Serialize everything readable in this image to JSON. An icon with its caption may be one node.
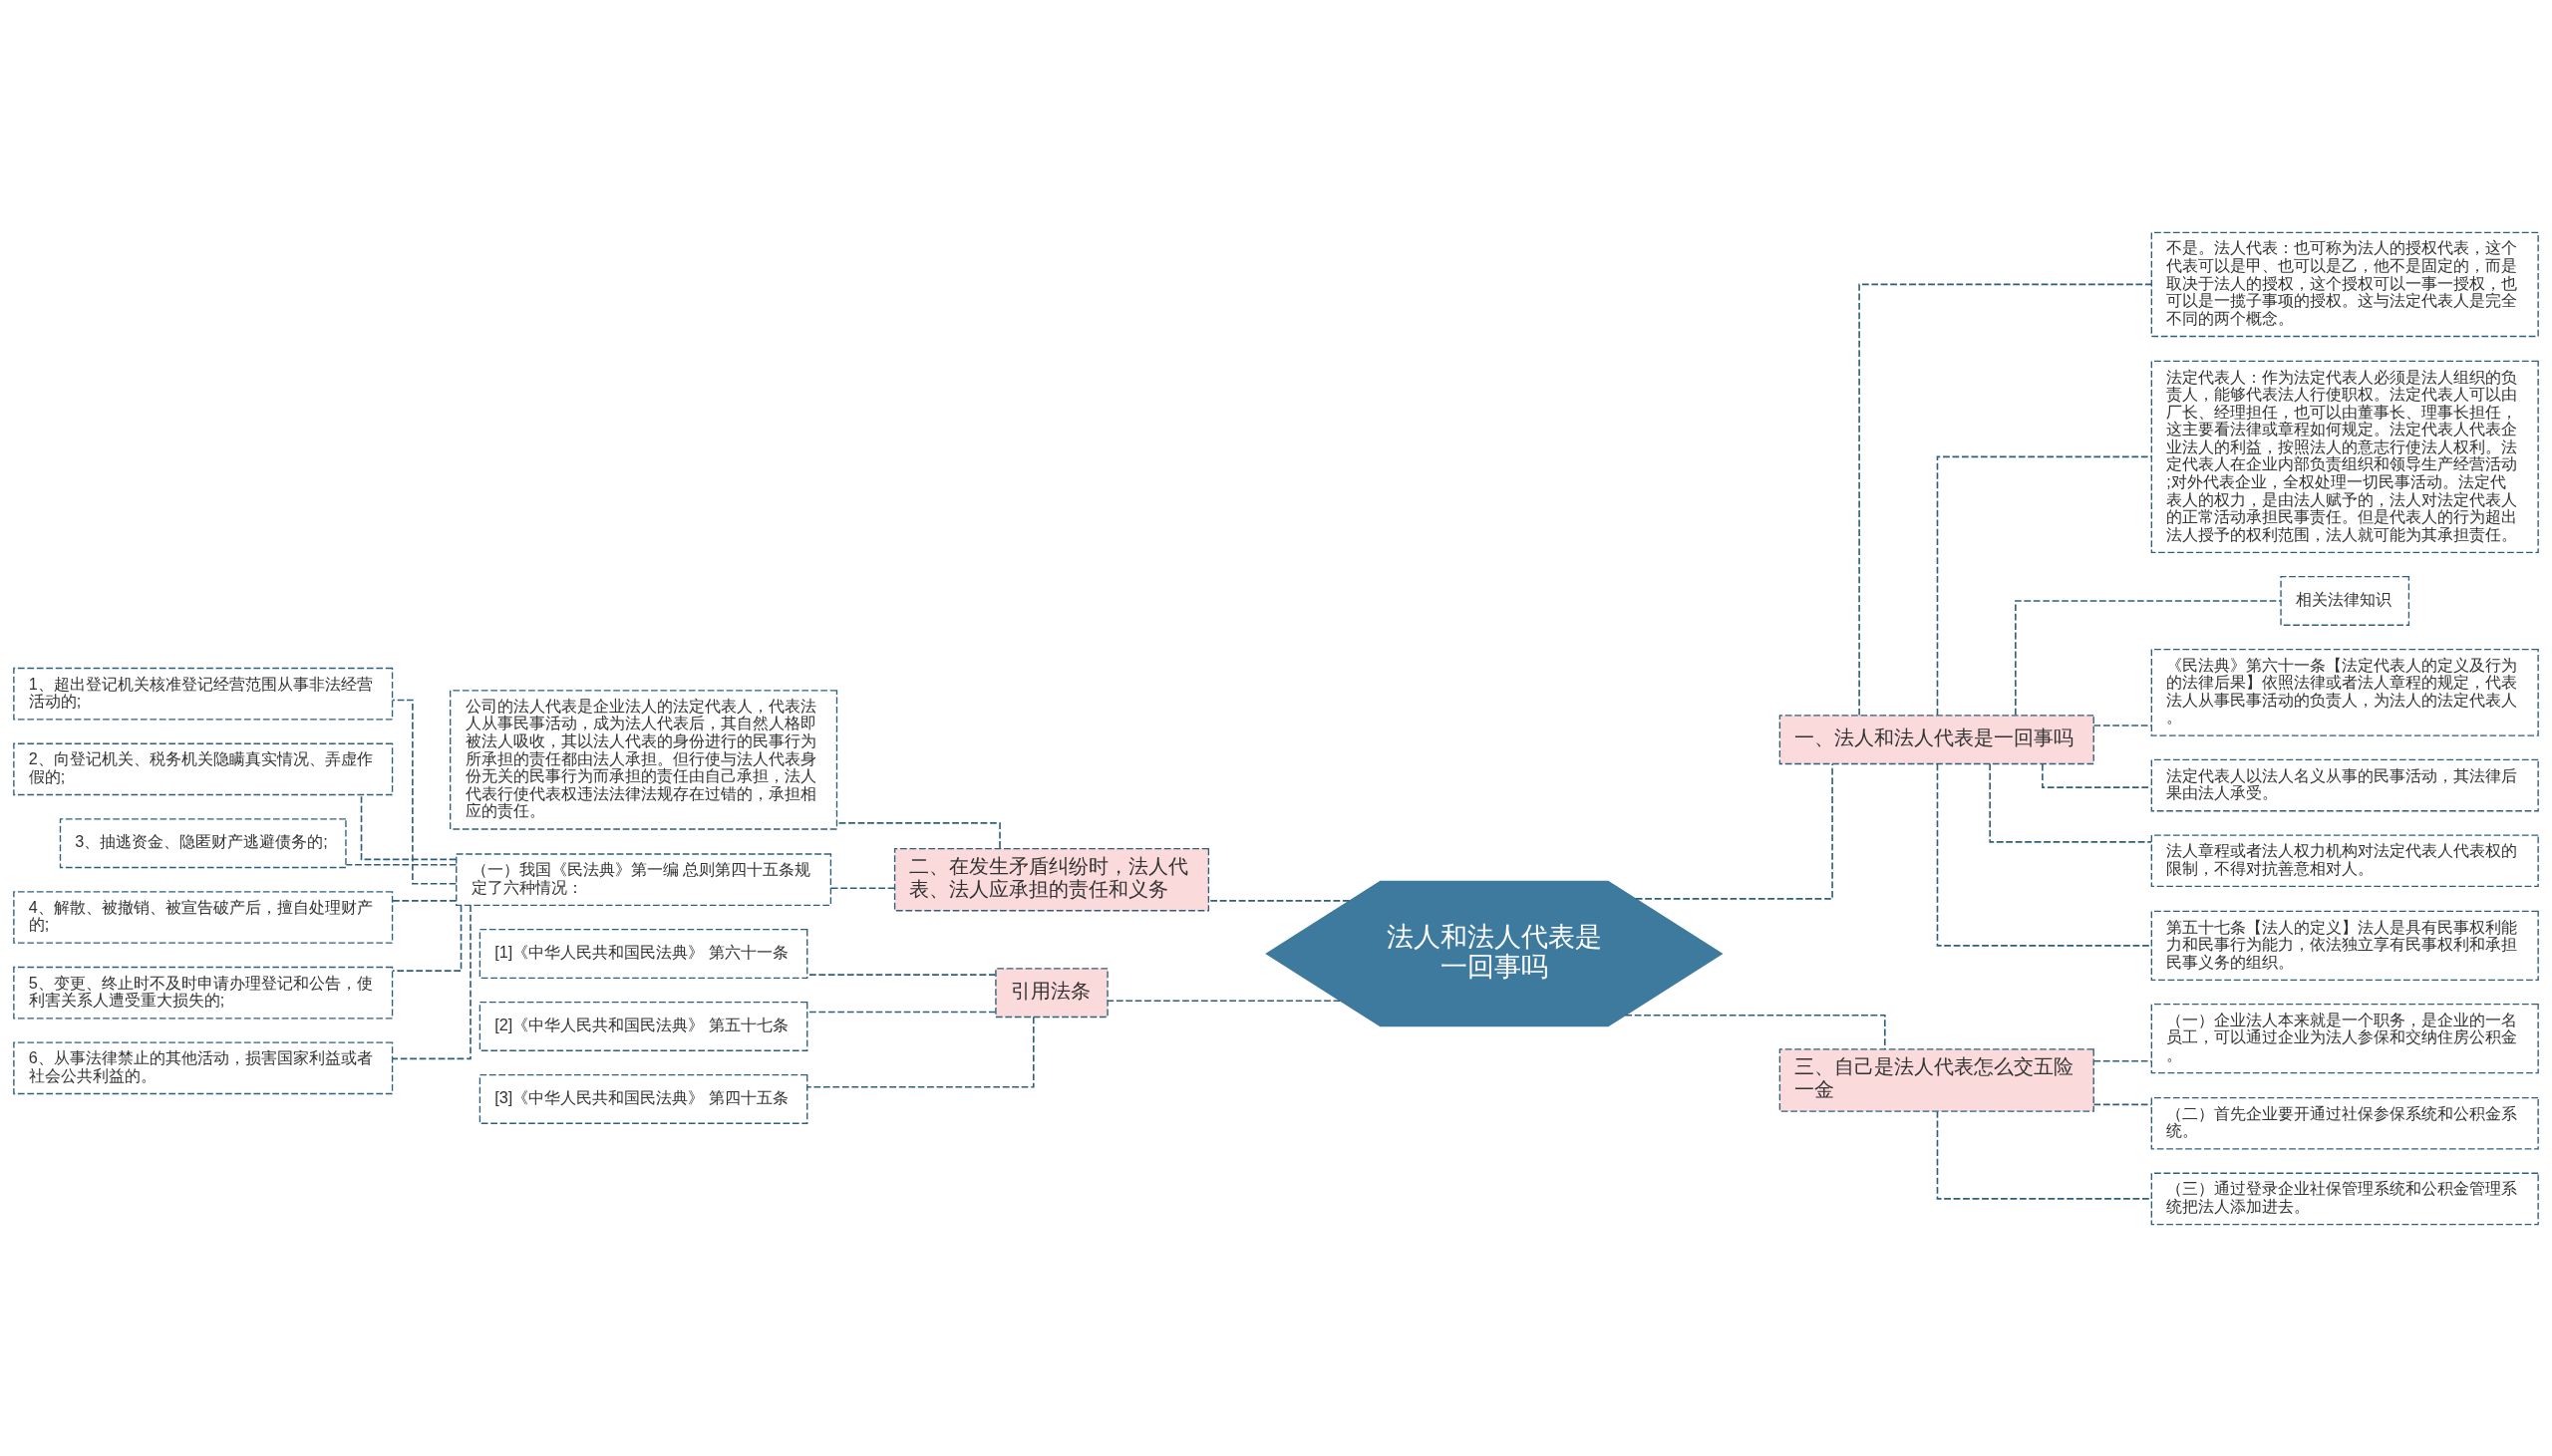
{
  "diagram": {
    "nodes": [
      {
        "text": [
          "法人和法人代表是一回事吗"
        ]
      },
      {
        "text": [
          "一、法人和法人代表是一回事吗"
        ]
      },
      {
        "text": [
          "不是。法人代表：也可称为法人的授权代表，这个代表可以是甲、也可以是乙，他不是固定的，而是取决于法人的授权，这个授权可以一事一授权，也可以是一揽子事项的授权。这与法定代表人是完全不同的两个概念。"
        ]
      },
      {
        "text": [
          "法定代表人：作为法定代表人必须是法人组织的负责人，能够代表法人行使职权。法定代表人可以由厂长、经理担任，也可以由董事长、理事长担任，这主要看法律或章程如何规定。法定代表人代表企业法人的利益，按照法人的意志行使法人权利。法定代表人在企业内部负责组织和领导生产经营活动;对外代表企业，全权处理一切民事活动。法定代表人的权力，是由法人赋予的，法人对法定代表人的正常活动承担民事责任。但是代表人的行为超出法人授予的权利范围，法人就可能为其承担责任。"
        ]
      },
      {
        "text": [
          "相关法律知识"
        ]
      },
      {
        "text": [
          "《民法典》第六十一条【法定代表人的定义及行为的法律后果】依照法律或者法人章程的规定，代表法人从事民事活动的负责人，为法人的法定代表人。"
        ]
      },
      {
        "text": [
          "法定代表人以法人名义从事的民事活动，其法律后果由法人承受。"
        ]
      },
      {
        "text": [
          "法人章程或者法人权力机构对法定代表人代表权的限制，不得对抗善意相对人。"
        ]
      },
      {
        "text": [
          "第五十七条【法人的定义】法人是具有民事权利能力和民事行为能力，依法独立享有民事权利和承担民事义务的组织。"
        ]
      },
      {
        "text": [
          "三、自己是法人代表怎么交五险一金"
        ]
      },
      {
        "text": [
          "（一）企业法人本来就是一个职务，是企业的一名员工，可以通过企业为法人参保和交纳住房公积金。"
        ]
      },
      {
        "text": [
          "（二）首先企业要开通过社保参保系统和公积金系统。"
        ]
      },
      {
        "text": [
          "（三）通过登录企业社保管理系统和公积金管理系统把法人添加进去。"
        ]
      },
      {
        "text": [
          "二、在发生矛盾纠纷时，法人代表、法人应承担的责任和义务"
        ]
      },
      {
        "text": [
          "公司的法人代表是企业法人的法定代表人，代表法人从事民事活动，成为法人代表后，其自然人格即被法人吸收，其以法人代表的身份进行的民事行为所承担的责任都由法人承担。但行使与法人代表身份无关的民事行为而承担的责任由自己承担，法人代表行使代表权违法法律法规存在过错的，承担相应的责任。"
        ]
      },
      {
        "text": [
          "（一）我国《民法典》第一编 总则第四十五条规定了六种情况："
        ]
      },
      {
        "text": [
          "1、超出登记机关核准登记经营范围从事非法经营活动的;"
        ]
      },
      {
        "text": [
          "2、向登记机关、税务机关隐瞒真实情况、弄虚作假的;"
        ]
      },
      {
        "text": [
          "3、抽逃资金、隐匿财产逃避债务的;"
        ]
      },
      {
        "text": [
          "4、解散、被撤销、被宣告破产后，擅自处理财产的;"
        ]
      },
      {
        "text": [
          "5、变更、终止时不及时申请办理登记和公告，使利害关系人遭受重大损失的;"
        ]
      },
      {
        "text": [
          "6、从事法律禁止的其他活动，损害国家利益或者社会公共利益的。"
        ]
      },
      {
        "text": [
          "引用法条"
        ]
      },
      {
        "text": [
          "[1]《中华人民共和国民法典》 第六十一条"
        ]
      },
      {
        "text": [
          "[2]《中华人民共和国民法典》 第五十七条"
        ]
      },
      {
        "text": [
          "[3]《中华人民共和国民法典》 第四十五条"
        ]
      }
    ],
    "edges": [
      {
        "from": 0,
        "to": 1,
        "arrow": "none"
      },
      {
        "from": 1,
        "to": 2,
        "arrow": "none"
      },
      {
        "from": 1,
        "to": 3,
        "arrow": "none"
      },
      {
        "from": 1,
        "to": 4,
        "arrow": "none"
      },
      {
        "from": 1,
        "to": 5,
        "arrow": "none"
      },
      {
        "from": 1,
        "to": 6,
        "arrow": "none"
      },
      {
        "from": 1,
        "to": 7,
        "arrow": "none"
      },
      {
        "from": 1,
        "to": 8,
        "arrow": "none"
      },
      {
        "from": 0,
        "to": 9,
        "arrow": "none"
      },
      {
        "from": 9,
        "to": 10,
        "arrow": "none"
      },
      {
        "from": 9,
        "to": 11,
        "arrow": "none"
      },
      {
        "from": 9,
        "to": 12,
        "arrow": "none"
      },
      {
        "from": 0,
        "to": 13,
        "arrow": "none"
      },
      {
        "from": 13,
        "to": 14,
        "arrow": "none"
      },
      {
        "from": 13,
        "to": 15,
        "arrow": "none"
      },
      {
        "from": 15,
        "to": 16,
        "arrow": "none"
      },
      {
        "from": 15,
        "to": 17,
        "arrow": "none"
      },
      {
        "from": 15,
        "to": 18,
        "arrow": "none"
      },
      {
        "from": 15,
        "to": 19,
        "arrow": "none"
      },
      {
        "from": 15,
        "to": 20,
        "arrow": "none"
      },
      {
        "from": 15,
        "to": 21,
        "arrow": "none"
      },
      {
        "from": 0,
        "to": 22,
        "arrow": "none"
      },
      {
        "from": 22,
        "to": 23,
        "arrow": "none"
      },
      {
        "from": 22,
        "to": 24,
        "arrow": "none"
      },
      {
        "from": 22,
        "to": 25,
        "arrow": "none"
      }
    ]
  }
}
